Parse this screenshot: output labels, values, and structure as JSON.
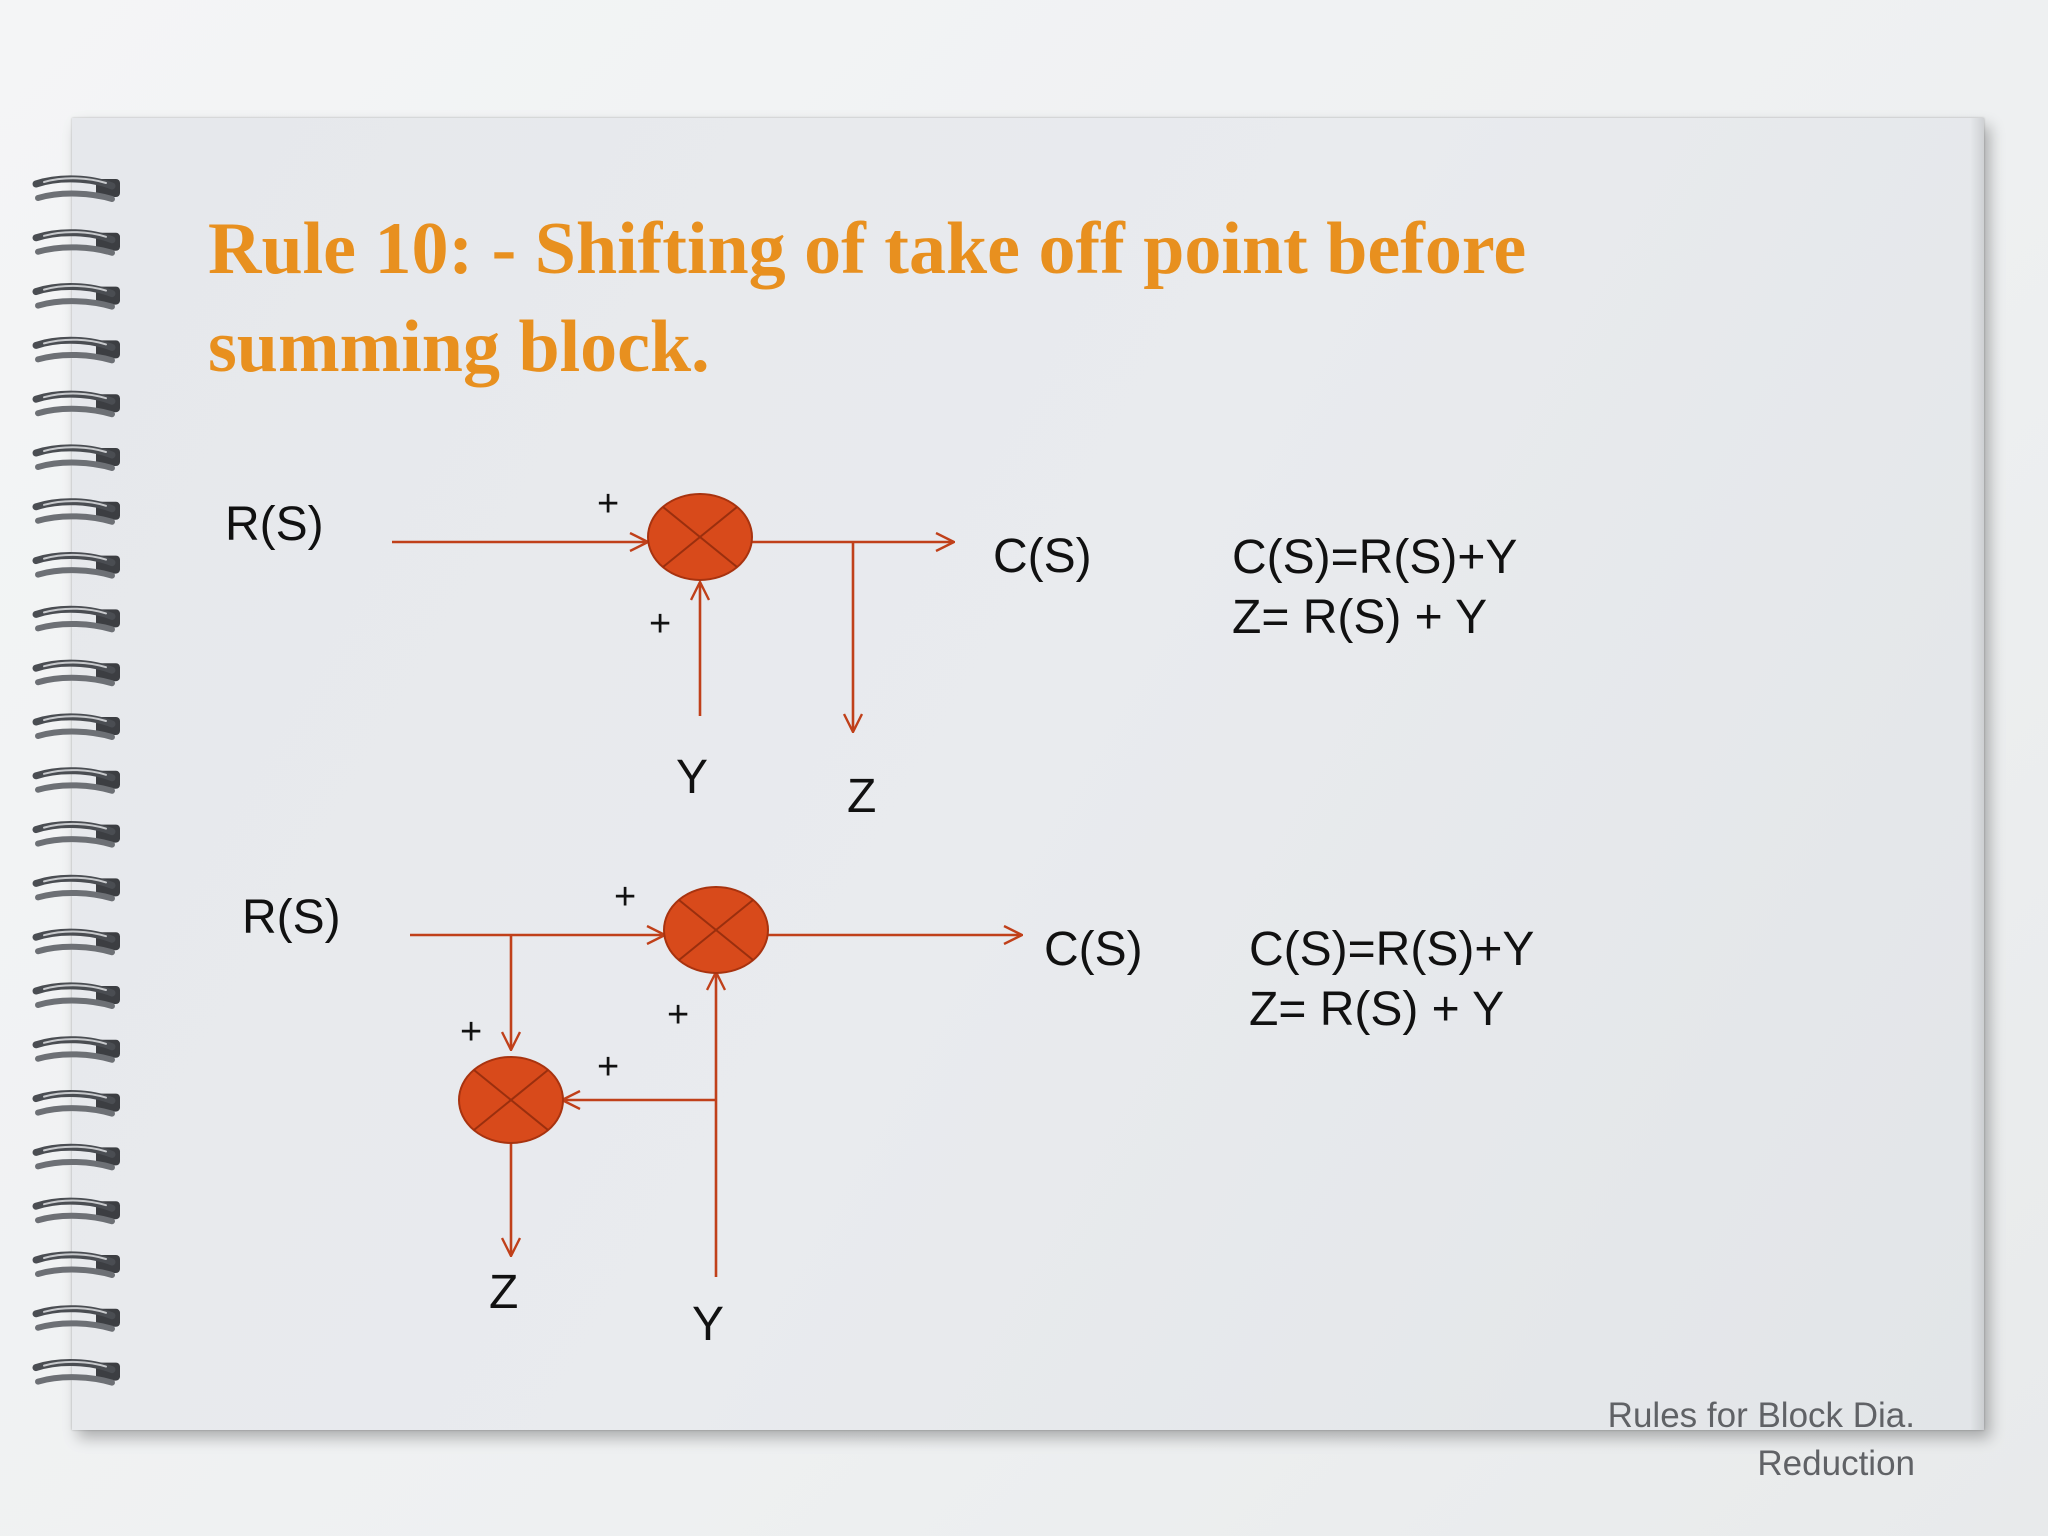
{
  "slide": {
    "title_line1": "Rule 10: - Shifting of take off point before",
    "title_line2": "summing block.",
    "footer_line1": "Rules for Block Dia.",
    "footer_line2": "Reduction"
  },
  "colors": {
    "title": "#e8901f",
    "line": "#c0401a",
    "junction_fill": "#d84a1b",
    "junction_stroke": "#a8330f",
    "text": "#111111"
  },
  "diagram_top": {
    "input_label": "R(S)",
    "output_label": "C(S)",
    "plus_top": "+",
    "plus_bottom": "+",
    "y_label": "Y",
    "z_label": "Z",
    "equation_1": "C(S)=R(S)+Y",
    "equation_2": "Z= R(S) + Y"
  },
  "diagram_bottom": {
    "input_label": "R(S)",
    "output_label": "C(S)",
    "plus_main_top": "+",
    "plus_main_bottom": "+",
    "plus_aux_top": "+",
    "plus_aux_right": "+",
    "y_label": "Y",
    "z_label": "Z",
    "equation_1": "C(S)=R(S)+Y",
    "equation_2": "Z= R(S) + Y"
  }
}
